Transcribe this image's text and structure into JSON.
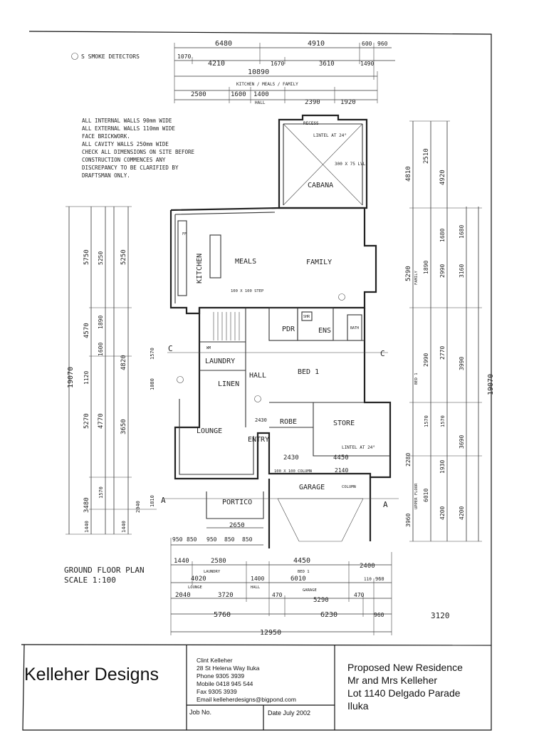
{
  "notes": {
    "smoke": "S SMOKE DETECTORS",
    "lines": [
      "ALL INTERNAL WALLS 90mm WIDE",
      "ALL EXTERNAL WALLS 110mm WIDE",
      "FACE BRICKWORK.",
      "ALL CAVITY WALLS 250mm WIDE",
      "CHECK ALL DIMENSIONS ON SITE BEFORE",
      "CONSTRUCTION COMMENCES ANY",
      "DISCREPANCY TO BE CLARIFIED BY",
      "DRAFTSMAN ONLY."
    ]
  },
  "rooms": {
    "cabana": "CABANA",
    "kitchen": "KITCHEN",
    "meals": "MEALS",
    "family": "FAMILY",
    "pdr": "PDR",
    "ens": "ENS",
    "laundry": "LAUNDRY",
    "linen": "LINEN",
    "hall": "HALL",
    "bed1": "BED 1",
    "robe": "ROBE",
    "store": "STORE",
    "lounge": "LOUNGE",
    "entry": "ENTRY",
    "garage": "GARAGE",
    "portico": "PORTICO"
  },
  "small_labels": {
    "recess": "RECESS",
    "lintel_top": "LINTEL AT 24°",
    "beam": "300 X 75 LVL",
    "lintel_store": "LINTEL AT 24°",
    "column_left": "100 X 100 COLUMN",
    "column_right": "COLUMN",
    "step": "100 X 100 STEP",
    "bath": "BATH",
    "shr": "SHR",
    "wm": "WM",
    "ff": "FF"
  },
  "dims_top": {
    "row1": [
      "6480",
      "4910",
      "600",
      "960"
    ],
    "row2": [
      "1070",
      "4210",
      "1670",
      "3610",
      "1490"
    ],
    "total": "10890",
    "row3_label": "KITCHEN / MEALS / FAMILY",
    "row4": [
      "2500",
      "1600",
      "1400",
      "2390",
      "1920"
    ],
    "row4_label": "HALL"
  },
  "dims_bottom": {
    "row1": [
      "950",
      "850",
      "950",
      "850",
      "850"
    ],
    "mid1": "2650",
    "row2": [
      "1440",
      "2580",
      "4450",
      "2400"
    ],
    "row2_labels": [
      "LAUNDRY",
      "BED 1"
    ],
    "row3": [
      "4020",
      "1400",
      "110",
      "960"
    ],
    "row3_labels": [
      "LOUNGE",
      "HALL"
    ],
    "row4": [
      "2040",
      "3720",
      "470",
      "5290",
      "470"
    ],
    "row4_label": "GARAGE",
    "row5": [
      "5760",
      "6230",
      "960"
    ],
    "total": "12950",
    "side_note": "3120",
    "inner": [
      "2430",
      "4450",
      "2140"
    ]
  },
  "dims_left": {
    "total": "19070",
    "values": [
      "5750",
      "5250",
      "5250",
      "4570",
      "1890",
      "1600",
      "1120",
      "4820",
      "5270",
      "4770",
      "3650",
      "3480",
      "1440",
      "1570",
      "1440",
      "2040",
      "1810",
      "1080",
      "1570"
    ]
  },
  "dims_right": {
    "total": "19070",
    "values": [
      "4810",
      "2510",
      "4920",
      "1680",
      "1680",
      "5290",
      "1890",
      "2990",
      "3160",
      "2770",
      "2990",
      "3990",
      "1570",
      "1570",
      "2280",
      "1930",
      "3690",
      "6010",
      "4200",
      "4200",
      "3960"
    ],
    "labels": [
      "FAMILY",
      "BED 1",
      "UPPER FLOOR"
    ]
  },
  "section_marks": {
    "a": "A",
    "c": "C"
  },
  "plan_title": "GROUND FLOOR PLAN",
  "plan_scale": "SCALE   1:100",
  "title_block": {
    "company": "Kelleher Designs",
    "contact": [
      "Clint Kelleher",
      "28 St Helena Way Iluka",
      "Phone 9305 3939",
      "Mobile 0418 945 544",
      "Fax 9305 3939",
      "Email kelleherdesigns@bigpond.com"
    ],
    "project": [
      "Proposed New Residence",
      "Mr and Mrs Kelleher",
      "Lot 1140 Delgado Parade",
      "Iluka"
    ],
    "job_label": "Job No.",
    "date_label": "Date July 2002"
  }
}
